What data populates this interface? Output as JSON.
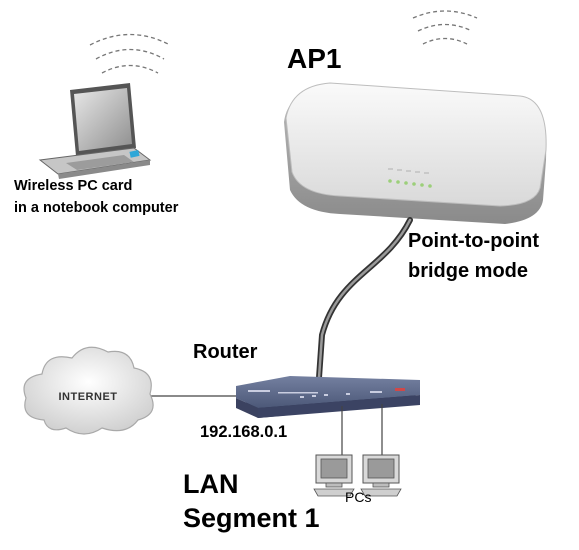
{
  "labels": {
    "ap": "AP1",
    "notebook_line1": "Wireless PC card",
    "notebook_line2": "in a notebook computer",
    "bridge_line1": "Point-to-point",
    "bridge_line2": "bridge mode",
    "router": "Router",
    "router_ip": "192.168.0.1",
    "lan_line1": "LAN",
    "lan_line2": "Segment 1",
    "pcs": "PCs",
    "internet": "INTERNET"
  },
  "icons": [
    "laptop-icon",
    "access-point-icon",
    "router-icon",
    "cloud-icon",
    "desktop-pc-icon",
    "wifi-waves-icon"
  ]
}
